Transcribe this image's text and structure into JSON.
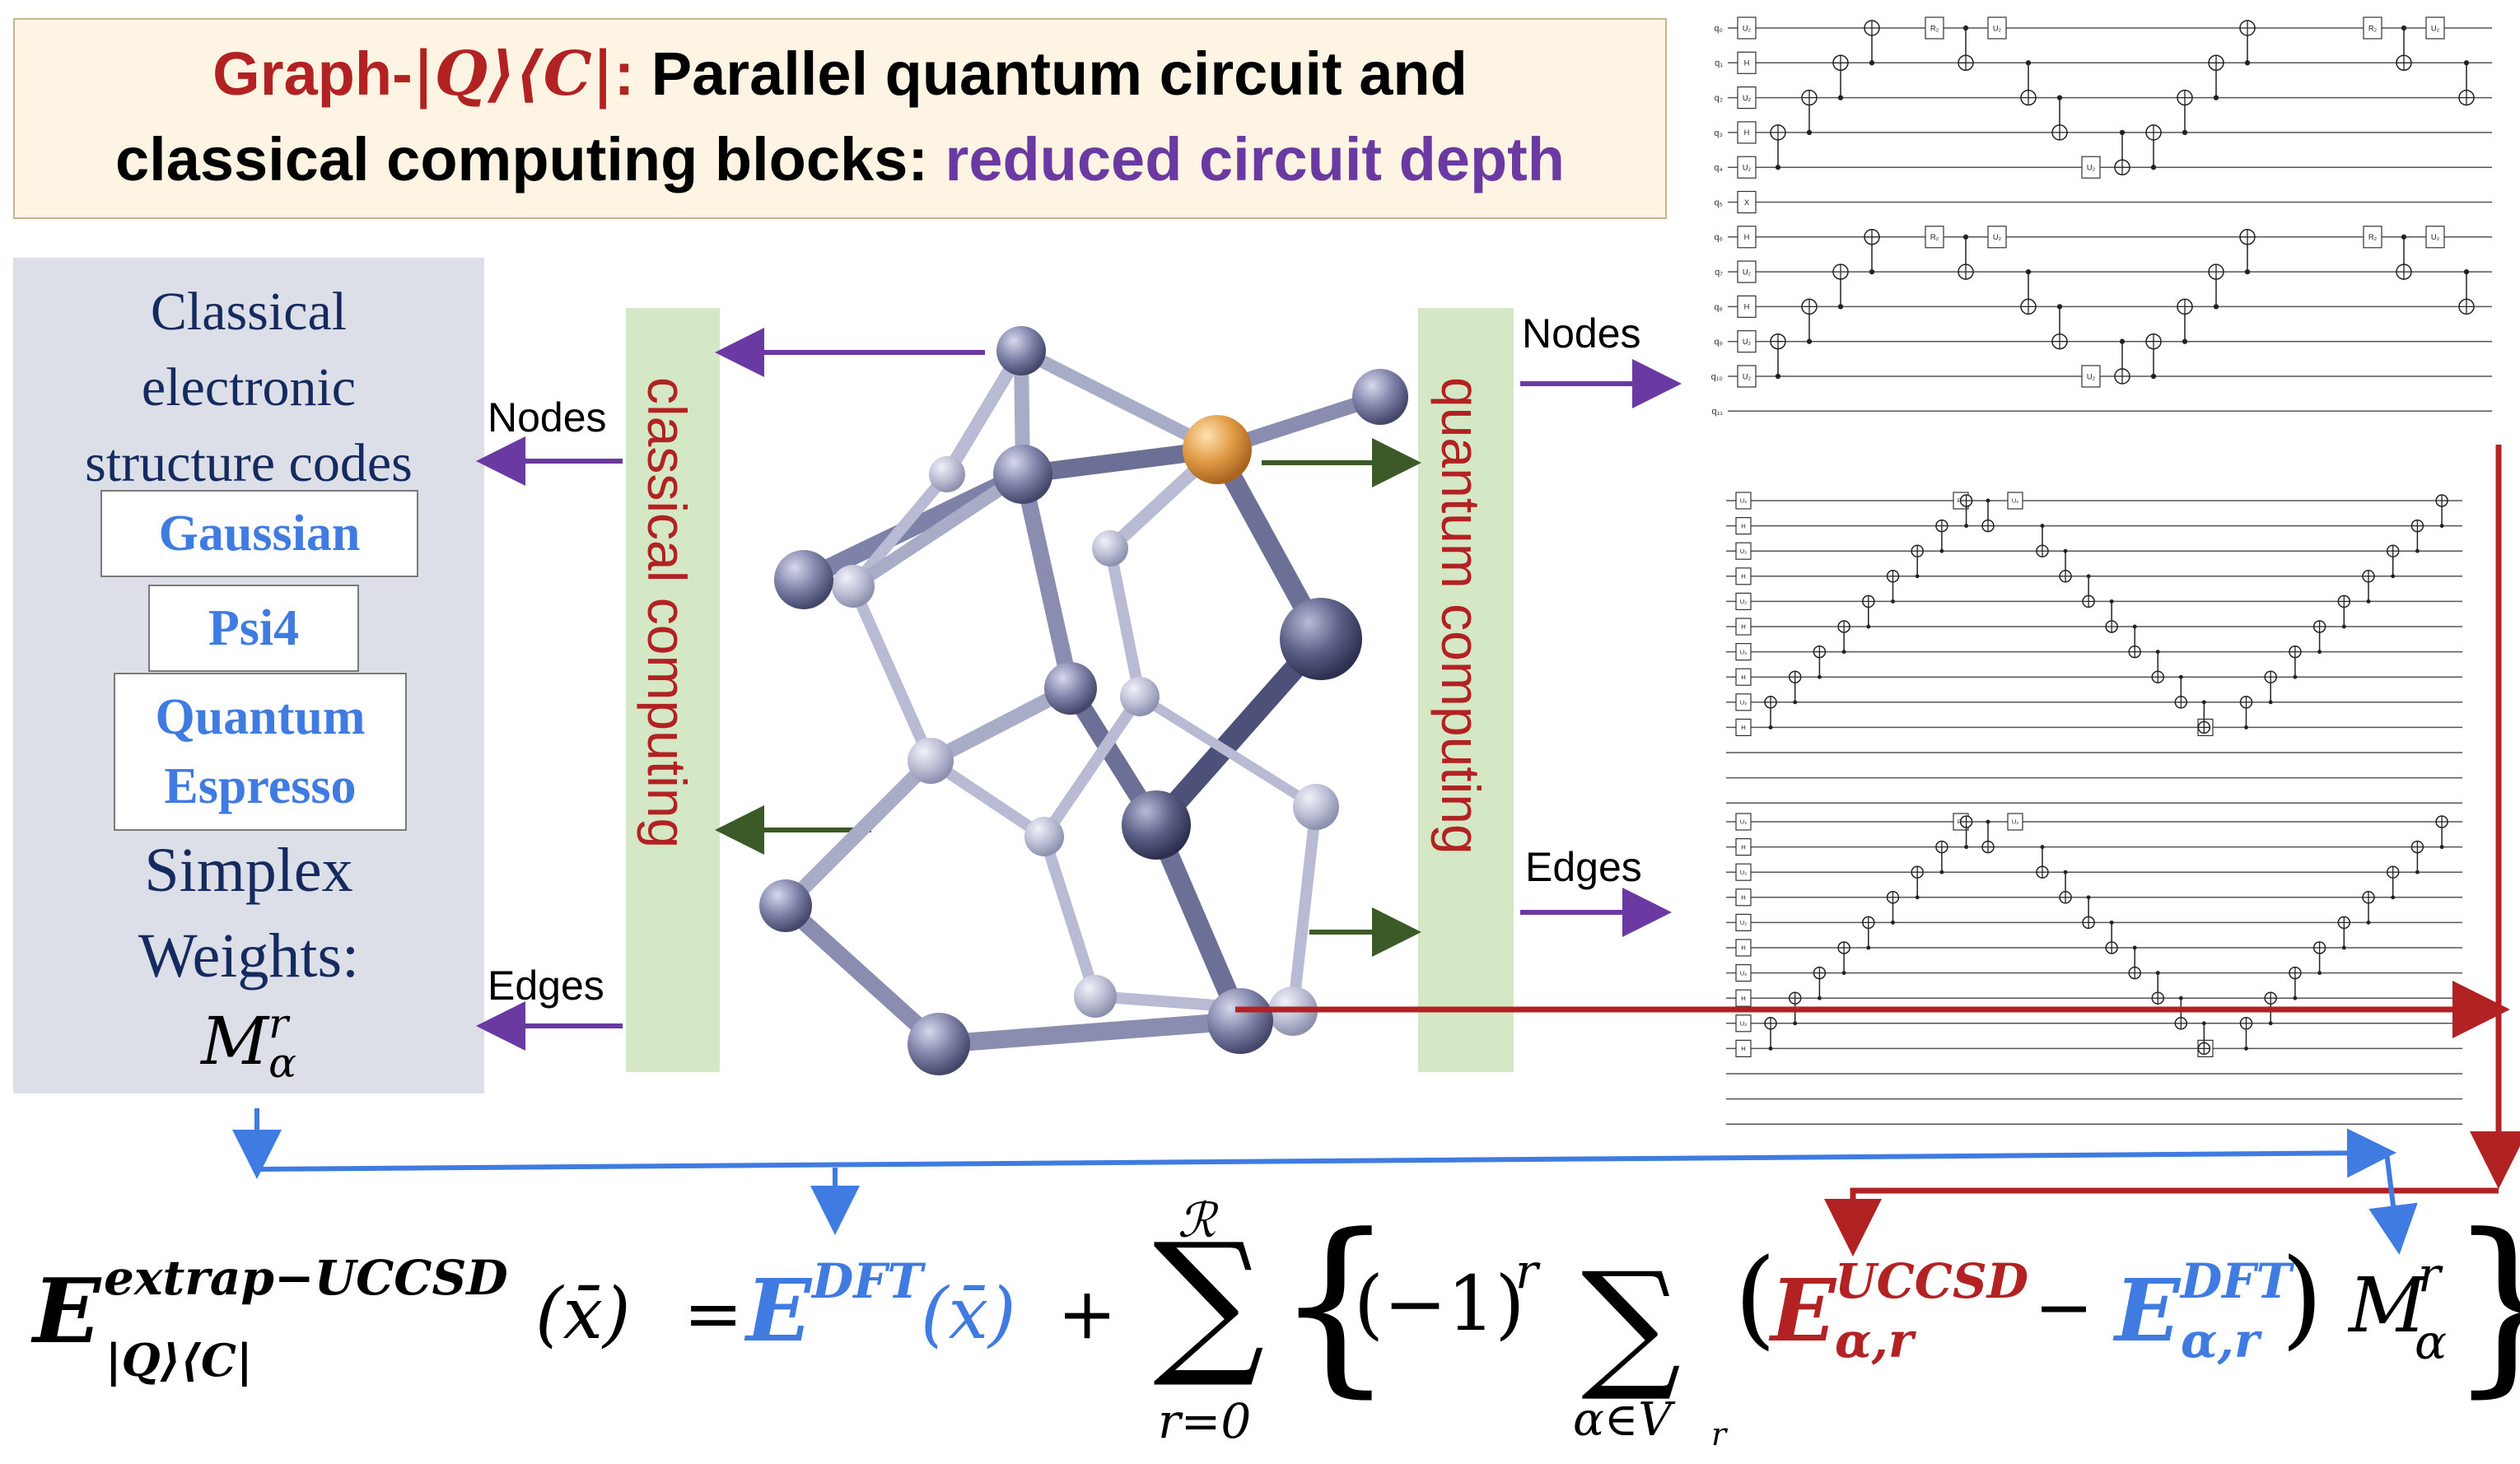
{
  "title": {
    "graph_prefix": "Graph-",
    "bra_ket": "|Q⟩⟨C|",
    "colon": ":",
    "line1_rest": " Parallel quantum circuit and",
    "line2_start": "classical computing blocks: ",
    "line2_highlight": "reduced circuit depth"
  },
  "left_panel": {
    "heading": [
      "Classical",
      "electronic",
      "structure codes"
    ],
    "codes": [
      "Gaussian",
      "Psi4",
      "Quantum",
      "Espresso"
    ],
    "simplex": [
      "Simplex",
      "Weights:"
    ],
    "weight_base": "M",
    "weight_sup": "r",
    "weight_sub": "α"
  },
  "bars": {
    "classical": "classical computing",
    "quantum": "quantum computing"
  },
  "arrow_labels": {
    "nodes_left": "Nodes",
    "edges_left": "Edges",
    "nodes_right": "Nodes",
    "edges_right": "Edges"
  },
  "circuit": {
    "qubits_top": [
      "q₀",
      "q₁",
      "q₂",
      "q₃",
      "q₄",
      "q₅",
      "q₆",
      "q₇",
      "q₈",
      "q₉",
      "q₁₀",
      "q₁₁"
    ],
    "gate_labels": [
      "U₂",
      "H",
      "X",
      "R₂"
    ]
  },
  "equation": {
    "E": "E",
    "lhs_sup": "extrap−UCCSD",
    "lhs_sub": "|Q⟩⟨C|",
    "xbar": "(x̄)",
    "equals": "=",
    "dft_sup": "DFT",
    "plus": "+",
    "sum_top": "ℛ",
    "sum_bottom": "r=0",
    "sign": "(−1)",
    "sign_sup": "r",
    "inner_sum_bottom": "α∈V",
    "inner_sum_sub": "r",
    "uccsd_sup": "UCCSD",
    "alpha_r": "α,r",
    "minus": "−",
    "M": "M",
    "M_sup": "r",
    "M_sub": "α"
  },
  "colors": {
    "red": "#b22222",
    "purple": "#6a3aa2",
    "blue": "#3f7be0",
    "navy": "#152a5e",
    "green_arrow": "#3c5a28",
    "panel_gray": "#dcdfe8",
    "bar_green": "#d5e8c6",
    "title_bg": "#fdf4e3",
    "atom_gold": "#e09a45",
    "atom_blue": "#7f82a8"
  }
}
